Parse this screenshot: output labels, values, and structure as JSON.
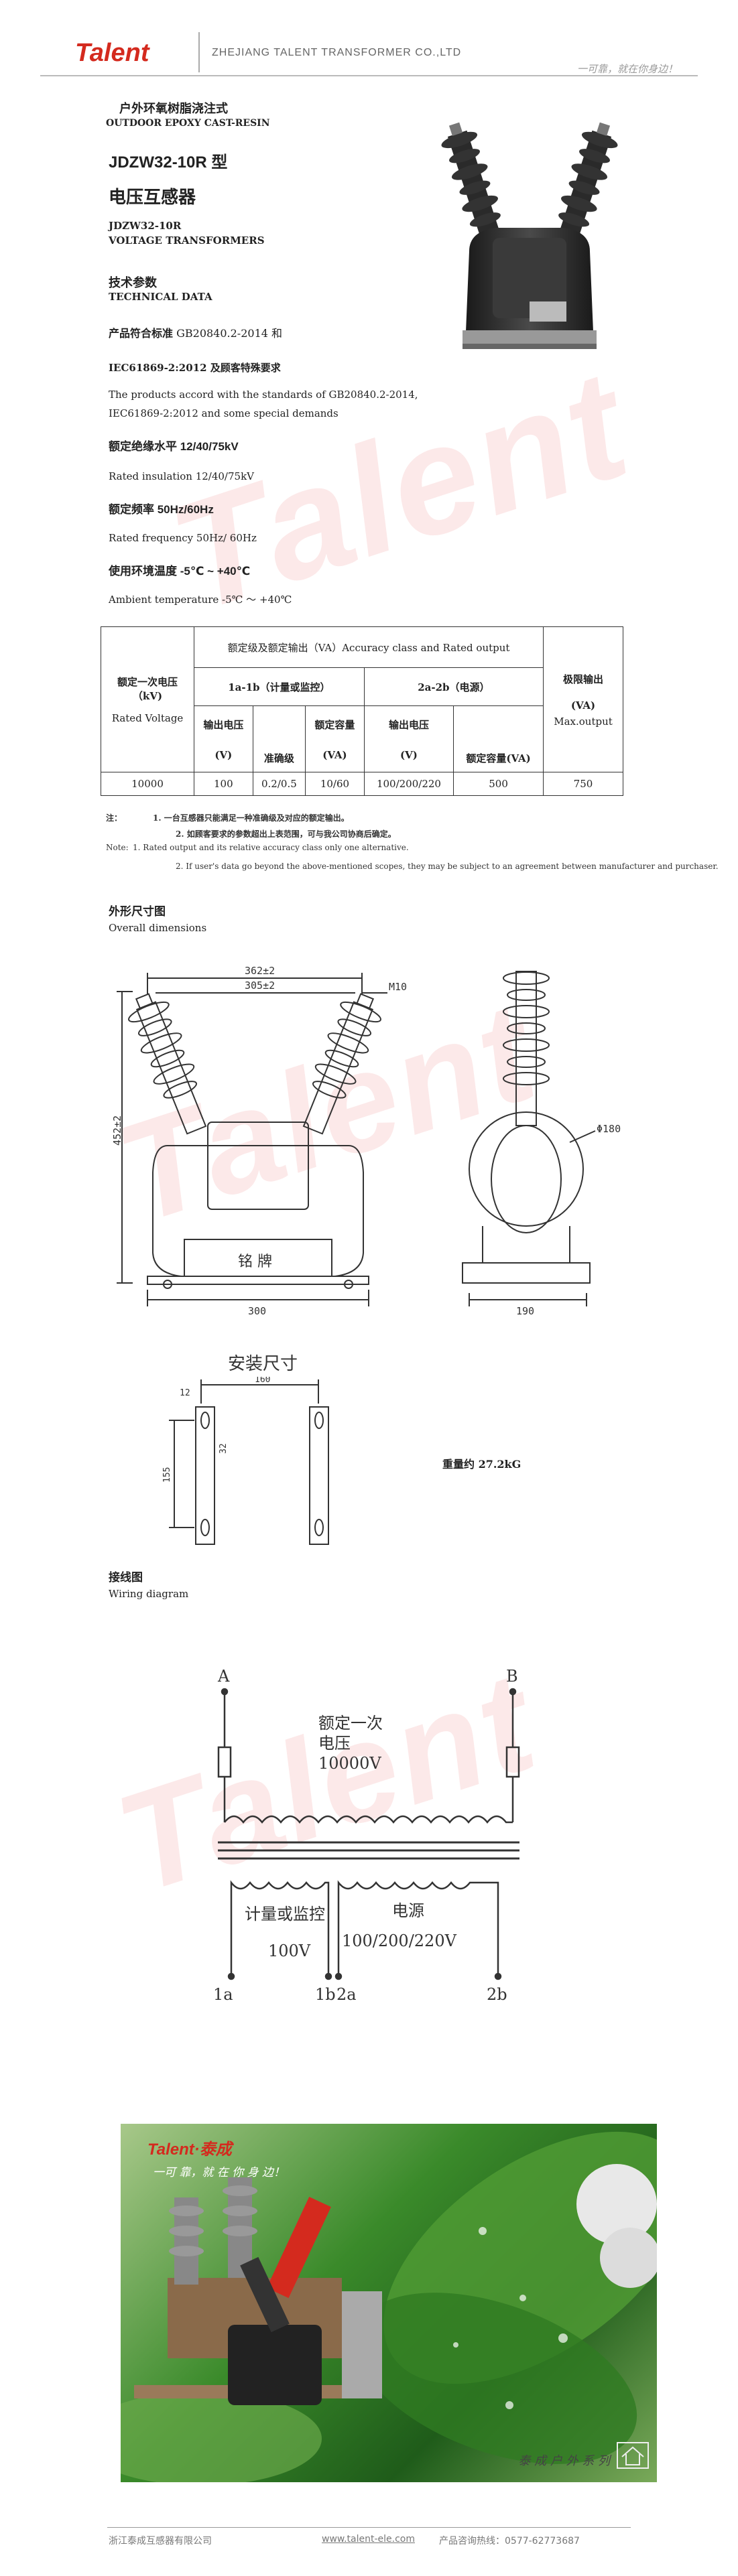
{
  "header": {
    "logo": "Talent",
    "company": "ZHEJIANG TALENT TRANSFORMER CO.,LTD",
    "slogan": "一可靠，就在你身边！"
  },
  "watermark": "Talent",
  "intro": {
    "type_cn": "户外环氧树脂浇注式",
    "type_en": "OUTDOOR EPOXY CAST-RESIN",
    "model": "JDZW32-10R 型",
    "name_cn": "电压互感器",
    "model_en": "JDZW32-10R",
    "name_en": "VOLTAGE TRANSFORMERS"
  },
  "technical": {
    "heading_cn": "技术参数",
    "heading_en": "TECHNICAL DATA",
    "standard_label": "产品符合标准",
    "standard_value": " GB20840.2-2014 和",
    "standard_line2": "IEC61869-2:2012 及顾客特殊要求",
    "standard_en_1": "The products accord with the standards of GB20840.2-2014,",
    "standard_en_2": "IEC61869-2:2012 and some special demands",
    "insulation_cn": "额定绝缘水平 12/40/75kV",
    "insulation_en": "Rated insulation    12/40/75kV",
    "frequency_cn": "额定频率 50Hz/60Hz",
    "frequency_en": "Rated frequency    50Hz/ 60Hz",
    "temperature_cn": "使用环境温度 -5℃  ~  +40℃",
    "temperature_en": "Ambient temperature    -5℃  ～  +40℃"
  },
  "table": {
    "col1_cn": "额定一次电压（kV)",
    "col1_en": "Rated Voltage",
    "group_header": "额定级及额定输出（VA）Accuracy class and Rated output",
    "group_a": "1a-1b（计量或监控）",
    "group_b": "2a-2b（电源）",
    "out_v": "输出电压",
    "out_v_unit": "(V)",
    "accuracy": "准确级",
    "capacity": "额定容量",
    "capacity_unit": "(VA)",
    "out_v2": "输出电压",
    "out_v2_unit": "(V)",
    "capacity2": "额定容量(VA)",
    "max_cn": "极限输出",
    "max_unit": "(VA)",
    "max_en": "Max.output",
    "row": [
      "10000",
      "100",
      "0.2/0.5",
      "10/60",
      "100/200/220",
      "500",
      "750"
    ]
  },
  "notes": {
    "label_cn": "注：",
    "cn1": "1. 一台互感器只能满足一种准确级及对应的额定输出。",
    "cn2": "2. 如顾客要求的参数超出上表范围，可与我公司协商后确定。",
    "label_en": "Note:",
    "en1": "1. Rated output and its relative accuracy class only one alternative.",
    "en2": "2. If user's data go beyond the above-mentioned scopes, they may be subject to an agreement between manufacturer and purchaser."
  },
  "dimensions": {
    "heading_cn": "外形尺寸图",
    "heading_en": "Overall dimensions",
    "d362": "362±2",
    "d305": "305±2",
    "m10": "M10",
    "d452": "452±2",
    "nameplate": "铭  牌",
    "d300": "300",
    "phi180": "Φ180",
    "d190": "190",
    "install_title": "安装尺寸",
    "d160": "160",
    "d12": "12",
    "d155": "155",
    "d32": "32",
    "weight": "重量约 27.2kG"
  },
  "wiring": {
    "heading_cn": "接线图",
    "heading_en": "Wiring diagram",
    "A": "A",
    "B": "B",
    "primary_1": "额定一次",
    "primary_2": "电压",
    "primary_3": "10000V",
    "sec1_label": "计量或监控",
    "sec1_volt": "100V",
    "sec2_label": "电源",
    "sec2_volt": "100/200/220V",
    "t1a": "1a",
    "t1b": "1b",
    "t2a": "2a",
    "t2b": "2b"
  },
  "photo": {
    "brand": "Talent·泰成",
    "slogan": "一可 靠，就 在 你 身 边！",
    "series": "泰 成 户 外 系 列"
  },
  "footer": {
    "company": "浙江泰成互感器有限公司",
    "website": "www.talent-ele.com",
    "hotline": "产品咨询热线：0577-62773687"
  },
  "colors": {
    "brand_red": "#d42a1e",
    "resin_black": "#2b2b2b",
    "leaf_green": "#3a8a2a"
  }
}
